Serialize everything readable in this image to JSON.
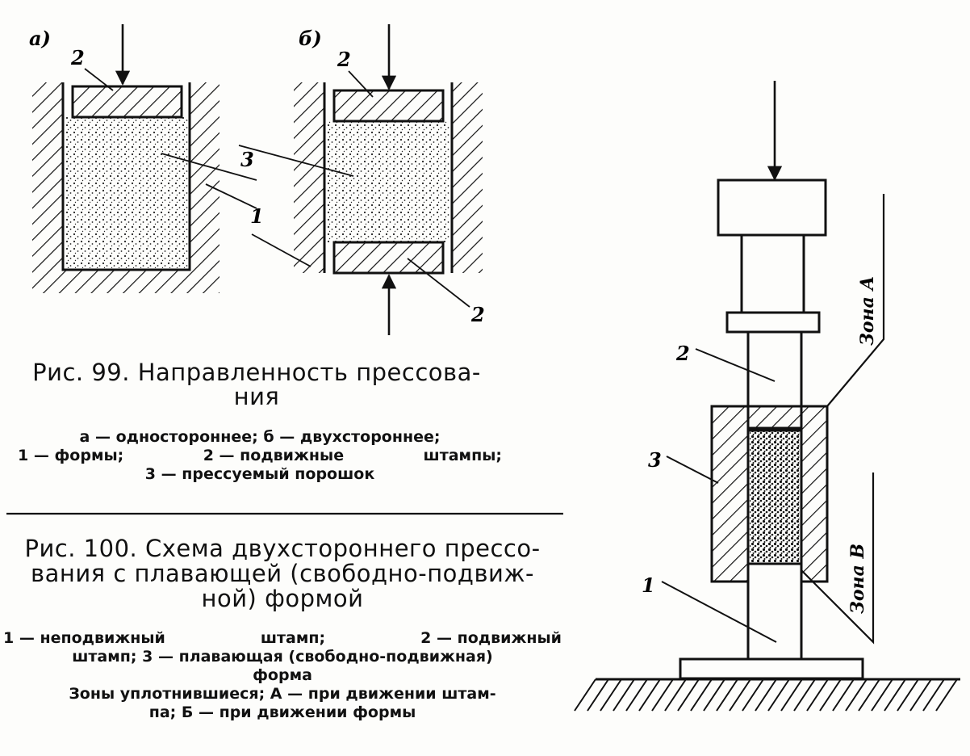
{
  "fig99": {
    "part_a": "а)",
    "part_b": "б)",
    "labels": {
      "punch": "2",
      "powder": "3",
      "die": "1"
    },
    "caption_line1": "Рис. 99. Направленность прессова-",
    "caption_line2": "ния",
    "legend": [
      "а — одностороннее;   б — двухстороннее;",
      [
        "1 — формы;",
        "2 — подвижные",
        "штампы;"
      ],
      "3 — прессуемый порошок"
    ]
  },
  "fig100": {
    "caption_line1": "Рис. 100. Схема двухстороннего прессо-",
    "caption_line2": "вания с плавающей (свободно-подвиж-",
    "caption_line3": "ной) формой",
    "legend": [
      [
        "1 — неподвижный",
        "штамп;",
        "2 — подвижный"
      ],
      "штамп;  3 — плавающая  (свободно-подвижная)",
      "форма",
      "Зоны уплотнившиеся; А — при движении штам-",
      "па;  Б — при движении формы"
    ],
    "labels": {
      "upper_punch": "2",
      "floating_die": "3",
      "lower_punch": "1",
      "zone_a": "Зона А",
      "zone_b": "Зона В"
    }
  }
}
